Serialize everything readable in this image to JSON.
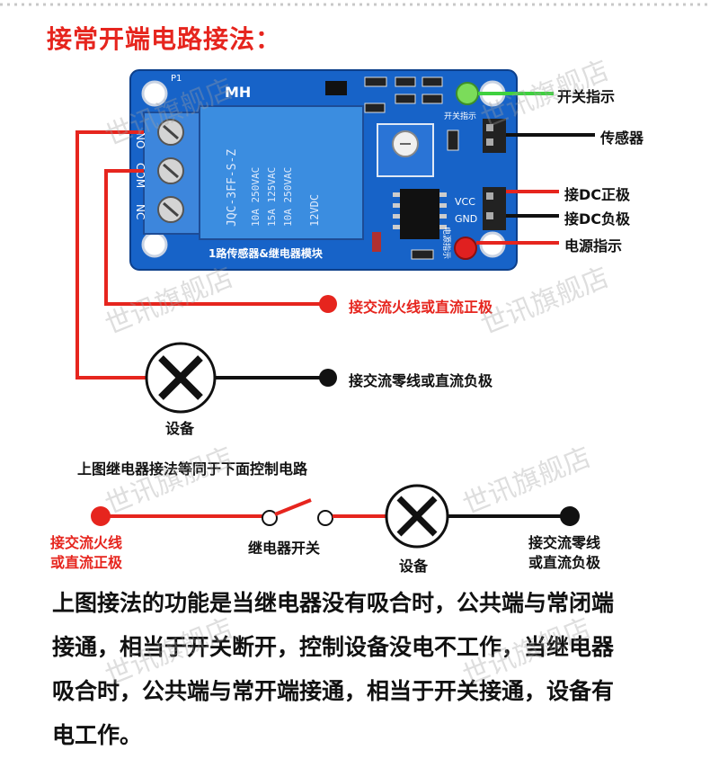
{
  "title": "接常开端电路接法：",
  "board": {
    "logo": "MH",
    "pin_p1": "P1",
    "terminals": [
      "NO",
      "COM",
      "NC"
    ],
    "relay_lines": [
      "JQC-3FF-S-Z",
      "10A 250VAC",
      "15A 125VAC",
      "10A 250VAC",
      "12VDC"
    ],
    "caption": "1路传感器&继电器模块",
    "led_label": "开关指示",
    "vcc": "VCC",
    "gnd": "GND",
    "power_label": "电源指示"
  },
  "labels": {
    "switch_indicator": "开关指示",
    "sensor": "传感器",
    "dc_positive": "接DC正极",
    "dc_negative": "接DC负极",
    "power_indicator": "电源指示",
    "ac_live": "接交流火线或直流正极",
    "ac_neutral": "接交流零线或直流负极",
    "device": "设备"
  },
  "circuit": {
    "caption": "上图继电器接法等同于下面控制电路",
    "left_line1": "接交流火线",
    "left_line2": "或直流正极",
    "switch": "继电器开关",
    "device": "设备",
    "right_line1": "接交流零线",
    "right_line2": "或直流负极"
  },
  "paragraph": "上图接法的功能是当继电器没有吸合时，公共端与常闭端接通，相当于开关断开，控制设备没电不工作，当继电器吸合时，公共端与常开端接通，相当于开关接通，设备有电工作。",
  "watermark": "世讯旗舰店",
  "colors": {
    "red": "#e6251e",
    "board": "#1763c8",
    "relay": "#2f86d8",
    "terminal": "#4a8ee0"
  }
}
